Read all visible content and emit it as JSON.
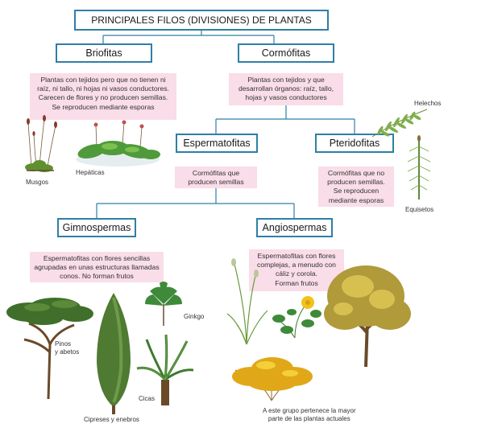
{
  "title": "PRINCIPALES FILOS (DIVISIONES) DE PLANTAS",
  "nodes": {
    "briofitas": "Briofitas",
    "cormofitas": "Cormófitas",
    "espermatofitas": "Espermatofitas",
    "pteridofitas": "Pteridofitas",
    "gimnospermas": "Gimnospermas",
    "angiospermas": "Angiospermas"
  },
  "notes": {
    "briofitas": [
      "Plantas con tejidos pero que no tienen ni",
      "raíz, ni tallo, ni hojas ni vasos conductores.",
      "Carecen de flores y no producen semillas.",
      "Se reproducen mediante esporas"
    ],
    "cormofitas": [
      "Plantas con tejidos y que",
      "desarrollan órganos: raíz, tallo,",
      "hojas y vasos conductores"
    ],
    "espermatofitas": [
      "Cormófitas que",
      "producen semillas"
    ],
    "pteridofitas": [
      "Cormófitas que no",
      "producen semillas.",
      "Se reproducen",
      "mediante esporas"
    ],
    "gimnospermas": [
      "Espermatofitas con flores sencillas",
      "agrupadas en unas estructuras llamadas",
      "conos. No forman  frutos"
    ],
    "angiospermas": [
      "Espermatofitas con flores",
      "complejas, a menudo con",
      "cáliz y corola.",
      "Forman frutos"
    ]
  },
  "labels": {
    "musgos": "Musgos",
    "hepaticas": "Hepáticas",
    "helechos": "Helechos",
    "equisetos": "Equisetos",
    "ginkgo": "Ginkgo",
    "pinos": [
      "Pinos",
      "y abetos"
    ],
    "cicas": "Cicas",
    "cipreses": "Cipreses y enebros",
    "angio_caption": [
      "A este grupo pertenece la mayor",
      "parte de las plantas actuales"
    ]
  },
  "colors": {
    "connector": "#2f7fa6",
    "box_border": "#2f7fa6",
    "note_fill": "#f9dde8"
  }
}
